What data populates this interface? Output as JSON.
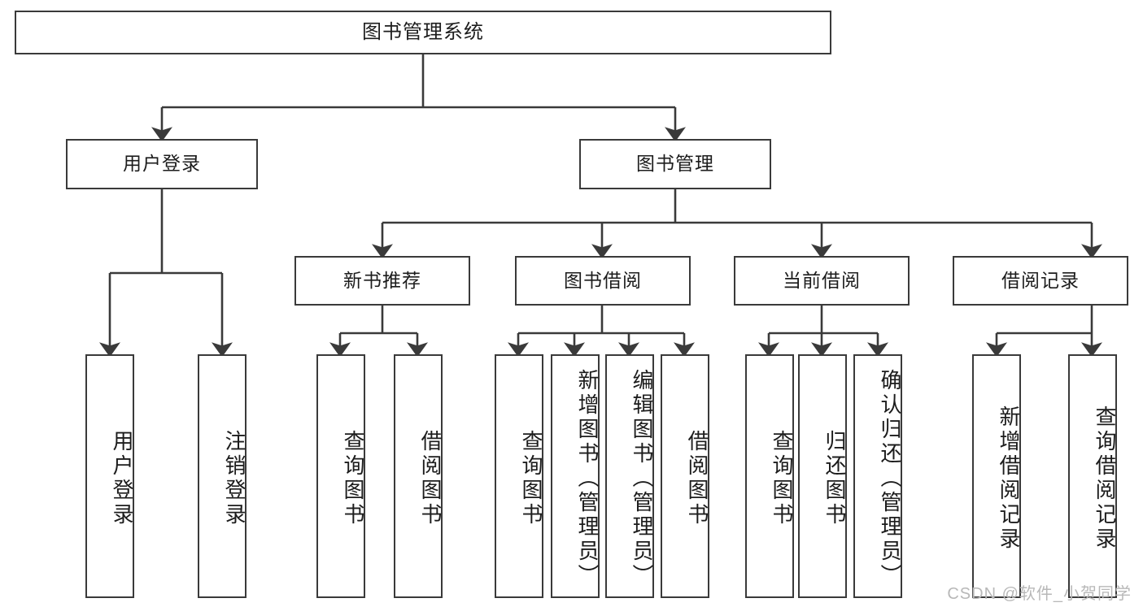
{
  "diagram": {
    "type": "hierarchy-tree",
    "title": "图书管理系统",
    "root": {
      "id": "root",
      "label": "图书管理系统"
    },
    "level2": [
      {
        "id": "user-login",
        "label": "用户登录"
      },
      {
        "id": "book-manage",
        "label": "图书管理"
      }
    ],
    "level3": [
      {
        "id": "new-book-rec",
        "label": "新书推荐"
      },
      {
        "id": "book-borrow",
        "label": "图书借阅"
      },
      {
        "id": "current-borrow",
        "label": "当前借阅"
      },
      {
        "id": "borrow-record",
        "label": "借阅记录"
      }
    ],
    "leaves": [
      {
        "id": "leaf-user-login",
        "label": "用户登录",
        "parent": "user-login"
      },
      {
        "id": "leaf-logout",
        "label": "注销登录",
        "parent": "user-login"
      },
      {
        "id": "leaf-query-book-1",
        "label": "查询图书",
        "parent": "new-book-rec"
      },
      {
        "id": "leaf-borrow-book-1",
        "label": "借阅图书",
        "parent": "new-book-rec"
      },
      {
        "id": "leaf-query-book-2",
        "label": "查询图书",
        "parent": "book-borrow"
      },
      {
        "id": "leaf-add-book",
        "label": "新增图书（管理员）",
        "parent": "book-borrow"
      },
      {
        "id": "leaf-edit-book",
        "label": "编辑图书（管理员）",
        "parent": "book-borrow"
      },
      {
        "id": "leaf-borrow-book-2",
        "label": "借阅图书",
        "parent": "book-borrow"
      },
      {
        "id": "leaf-query-book-3",
        "label": "查询图书",
        "parent": "current-borrow"
      },
      {
        "id": "leaf-return-book",
        "label": "归还图书",
        "parent": "current-borrow"
      },
      {
        "id": "leaf-confirm-return",
        "label": "确认归还（管理员）",
        "parent": "current-borrow"
      },
      {
        "id": "leaf-add-record",
        "label": "新增借阅记录",
        "parent": "borrow-record"
      },
      {
        "id": "leaf-query-record",
        "label": "查询借阅记录",
        "parent": "borrow-record"
      }
    ],
    "watermark": "CSDN @软件_小贺同学",
    "colors": {
      "stroke": "#3a3a3a",
      "background": "#ffffff",
      "text": "#1c1c1c",
      "watermark": "#b8b8b8"
    }
  }
}
